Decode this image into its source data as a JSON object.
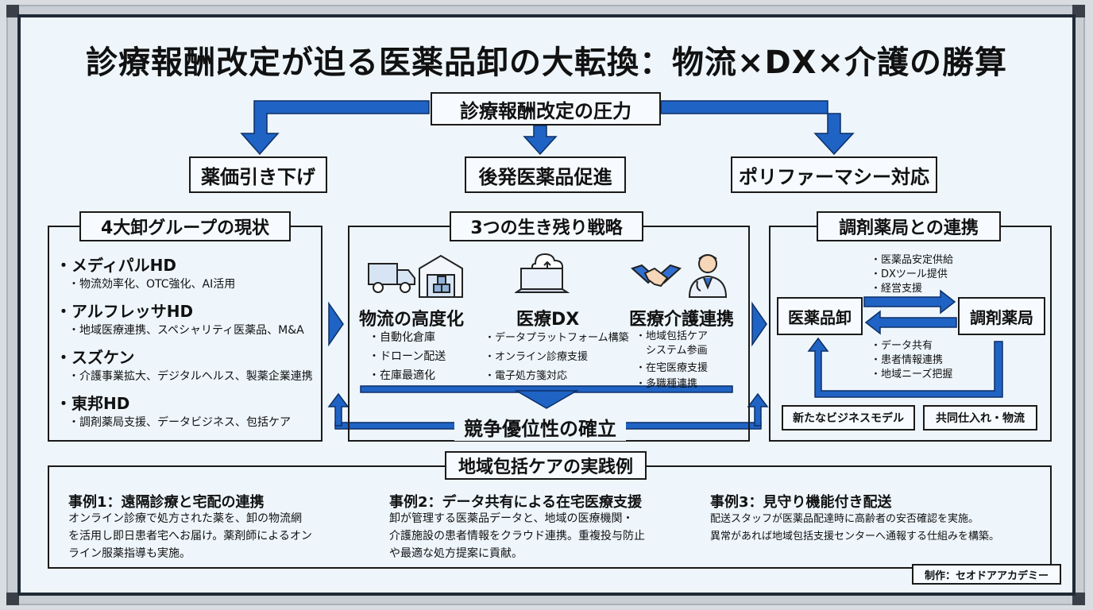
{
  "title": "診療報酬改定が迫る医薬品卸の大転換：物流×DX×介護の勝算",
  "pressure": "診療報酬改定の圧力",
  "pressure_items": [
    "薬価引き下げ",
    "後発医薬品促進",
    "ポリファーマシー対応"
  ],
  "left_panel": {
    "title": "4大卸グループの現状",
    "groups": [
      {
        "name": "・メディパルHD",
        "detail": "・物流効率化、OTC強化、AI活用"
      },
      {
        "name": "・アルフレッサHD",
        "detail": "・地域医療連携、スペシャリティ医薬品、M&A"
      },
      {
        "name": "・スズケン",
        "detail": "・介護事業拡大、デジタルヘルス、製薬企業連携"
      },
      {
        "name": "・東邦HD",
        "detail": "・調剤薬局支援、データビジネス、包括ケア"
      }
    ]
  },
  "center_panel": {
    "title": "3つの生き残り戦略",
    "strategies": [
      {
        "name": "物流の高度化",
        "items": [
          "・自動化倉庫",
          "・ドローン配送",
          "・在庫最適化"
        ]
      },
      {
        "name": "医療DX",
        "items": [
          "・データプラットフォーム構築",
          "・オンライン診療支援",
          "・電子処方箋対応"
        ]
      },
      {
        "name": "医療介護連携",
        "items": [
          "・地域包括ケア",
          "　システム参画",
          "・在宅医療支援",
          "・多職種連携"
        ]
      }
    ],
    "result": "競争優位性の確立"
  },
  "right_panel": {
    "title": "調剤薬局との連携",
    "left_node": "医薬品卸",
    "right_node": "調剤薬局",
    "top_items": [
      "・医薬品安定供給",
      "・DXツール提供",
      "・経営支援"
    ],
    "bottom_items": [
      "・データ共有",
      "・患者情報連携",
      "・地域ニーズ把握"
    ],
    "outcomes": [
      "新たなビジネスモデル",
      "共同仕入れ・物流"
    ]
  },
  "bottom_panel": {
    "title": "地域包括ケアの実践例",
    "cases": [
      {
        "title": "事例1：遠隔診療と宅配の連携",
        "lines": [
          "オンライン診療で処方された薬を、卸の物流網",
          "を活用し即日患者宅へお届け。薬剤師によるオン",
          "ライン服薬指導も実施。"
        ]
      },
      {
        "title": "事例2：データ共有による在宅医療支援",
        "lines": [
          "卸が管理する医薬品データと、地域の医療機関・",
          "介護施設の患者情報をクラウド連携。重複投与防止",
          "や最適な処方提案に貢献。"
        ]
      },
      {
        "title": "事例3：見守り機能付き配送",
        "lines": [
          "配送スタッフが医薬品配達時に高齢者の安否確認を実施。",
          "異常があれば地域包括支援センターへ通報する仕組みを構築。"
        ]
      }
    ]
  },
  "credit": "制作：セオドアアカデミー",
  "colors": {
    "accent": "#1f63c4",
    "border": "#1a1a1a",
    "board": "#eef6fc"
  },
  "icons": [
    "truck-icon",
    "warehouse-icon",
    "laptop-cloud-icon",
    "handshake-icon",
    "doctor-icon"
  ]
}
